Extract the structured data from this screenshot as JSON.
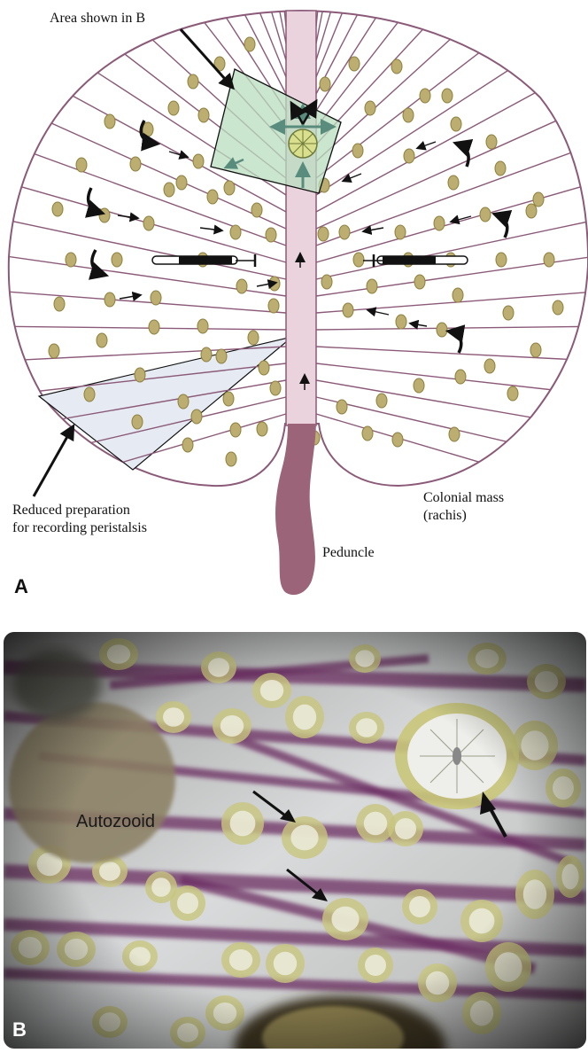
{
  "panel_a": {
    "letter": "A",
    "labels": {
      "area_shown": "Area shown in B",
      "reduced_line1": "Reduced preparation",
      "reduced_line2": "for recording peristalsis",
      "colonial_line1": "Colonial mass",
      "colonial_line2": "(rachis)",
      "peduncle": "Peduncle"
    },
    "colors": {
      "outline": "#8b5a78",
      "rachis_fill": "#ead3dd",
      "peduncle_fill": "#9c6479",
      "zooid_fill": "#bcae70",
      "zooid_stroke": "#8d7f3d",
      "inset_fill": "#b9ddbf",
      "inset_arrow": "#5a8c7d",
      "reduced_fill": "#e6ebf3"
    }
  },
  "panel_b": {
    "letter": "B",
    "label_autozooid": "Autozooid",
    "colors": {
      "background": "#c7c8c9",
      "purple": "#6b2c62",
      "polyp": "#c8c67d"
    }
  }
}
